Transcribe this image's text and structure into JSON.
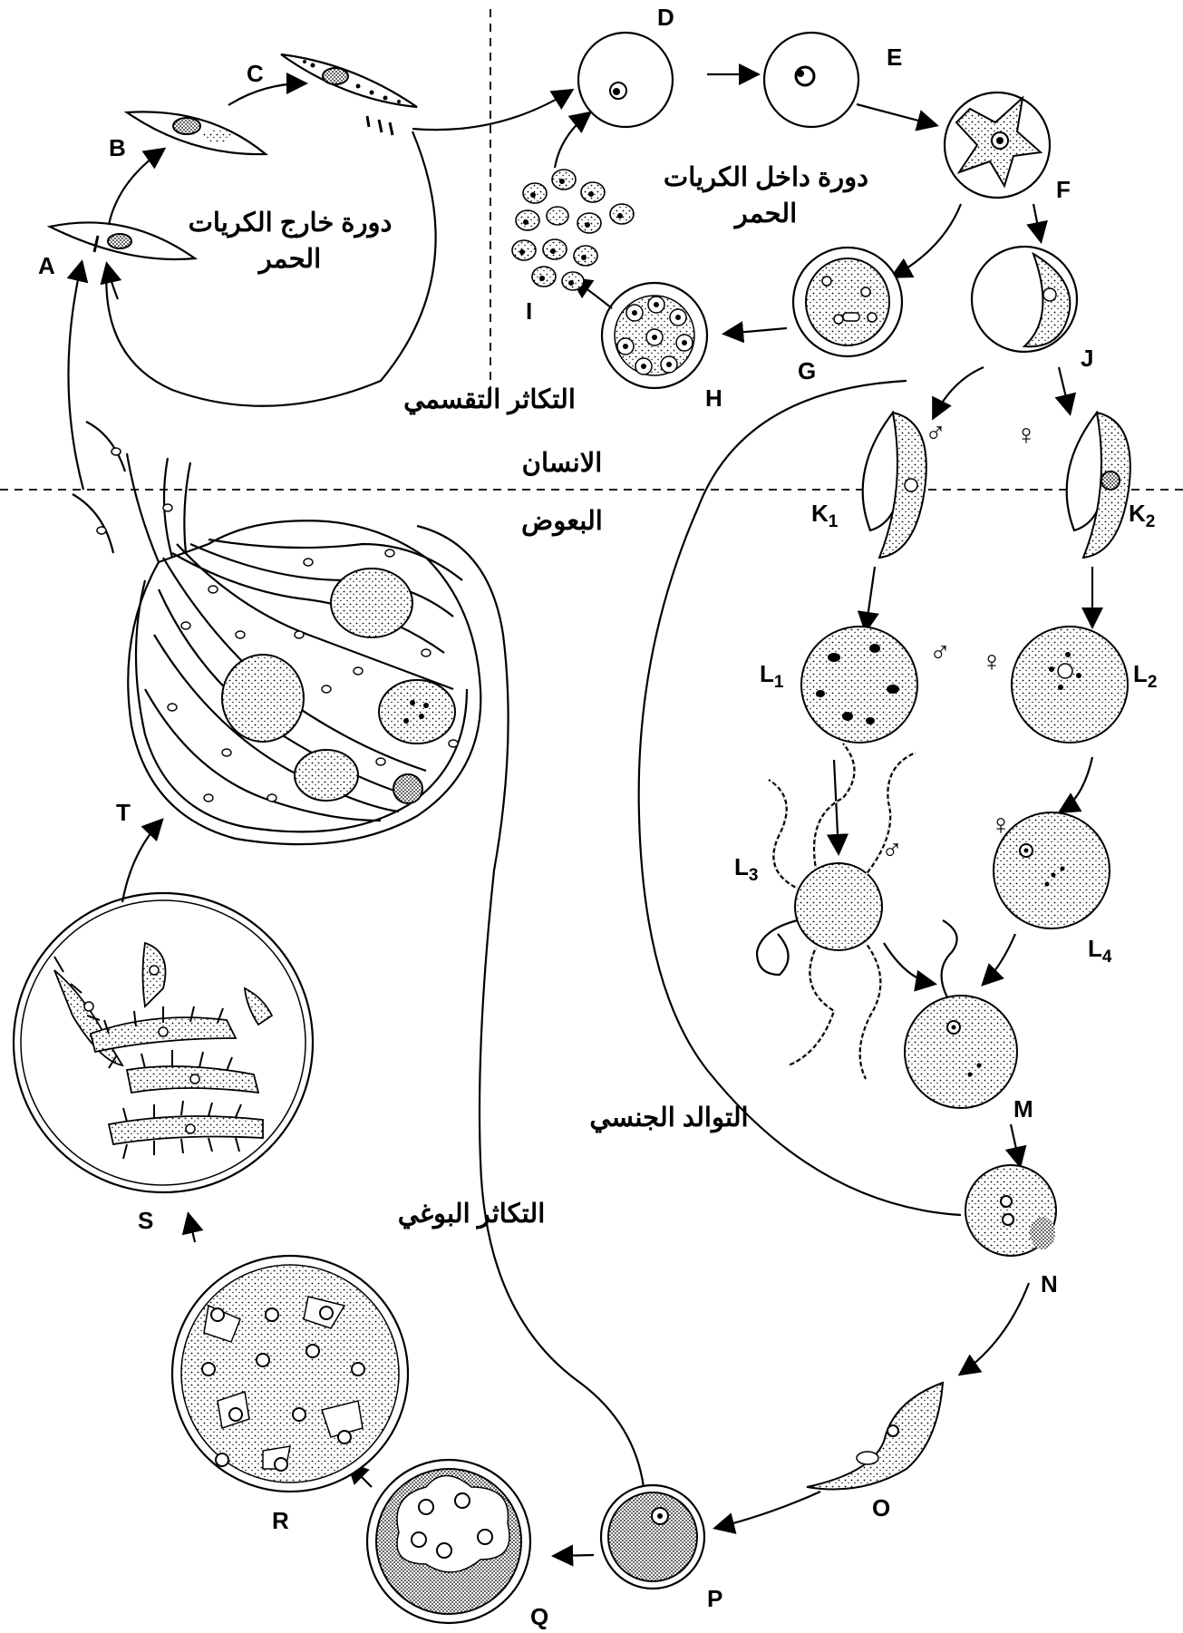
{
  "regions": {
    "human": "الانسان",
    "mosquito": "البعوض"
  },
  "cycles": {
    "exo_erythrocytic": [
      "دورة خارج الكريات",
      "الحمر"
    ],
    "erythrocytic": [
      "دورة داخل الكريات",
      "الحمر"
    ],
    "schizogony": "التكاثر التقسمي",
    "gametogony": "التوالد الجنسي",
    "sporogony": "التكاثر البوغي"
  },
  "stages": {
    "A": "A",
    "B": "B",
    "C": "C",
    "D": "D",
    "E": "E",
    "F": "F",
    "G": "G",
    "H": "H",
    "I": "I",
    "J": "J",
    "K1": "K",
    "K1_sub": "1",
    "K2": "K",
    "K2_sub": "2",
    "L1": "L",
    "L1_sub": "1",
    "L2": "L",
    "L2_sub": "2",
    "L3": "L",
    "L3_sub": "3",
    "L4": "L",
    "L4_sub": "4",
    "M": "M",
    "N": "N",
    "O": "O",
    "P": "P",
    "Q": "Q",
    "R": "R",
    "S": "S",
    "T": "T"
  },
  "symbols": {
    "male": "♂",
    "female": "♀"
  }
}
